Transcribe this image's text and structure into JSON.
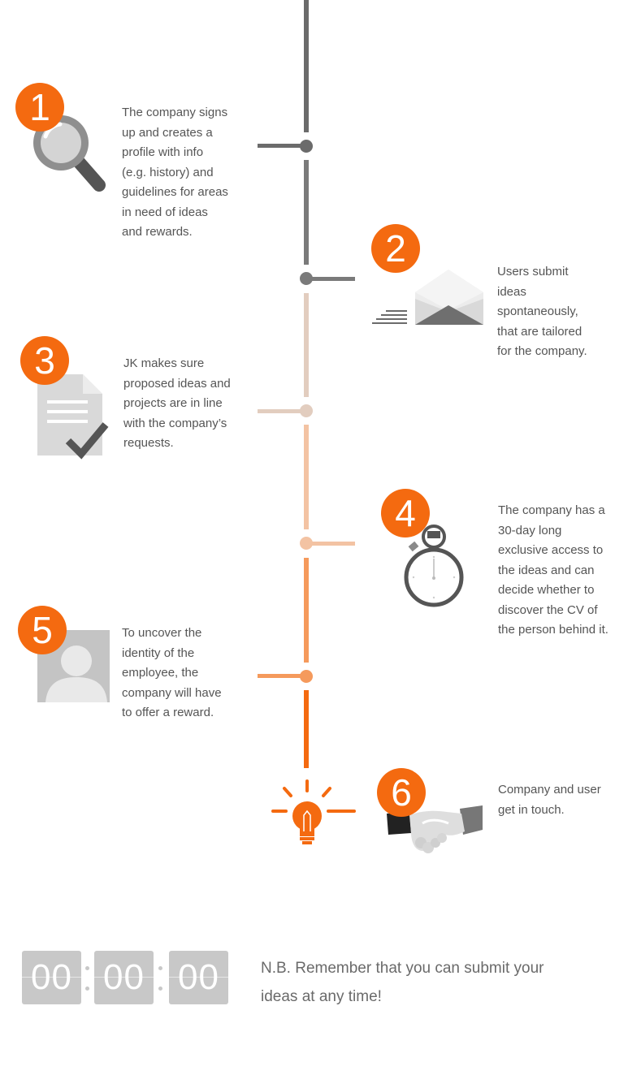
{
  "steps": [
    {
      "number": "1",
      "icon": "magnifier-icon",
      "text": "The company signs\nup and creates a\nprofile with info\n(e.g. history) and\nguidelines for areas\nin need of ideas\nand rewards."
    },
    {
      "number": "2",
      "icon": "envelope-icon",
      "text": "Users submit\nideas\nspontaneously,\nthat are tailored\nfor the company."
    },
    {
      "number": "3",
      "icon": "document-check-icon",
      "text": "JK makes sure\nproposed ideas and\nprojects are in line\nwith the company’s\nrequests."
    },
    {
      "number": "4",
      "icon": "stopwatch-icon",
      "text": "The company has a\n30-day long\nexclusive access to\nthe ideas and can\ndecide whether to\ndiscover the CV of\nthe person behind it."
    },
    {
      "number": "5",
      "icon": "user-avatar-icon",
      "text": "To uncover the\nidentity of the\nemployee, the\ncompany will have\nto offer a reward."
    },
    {
      "number": "6",
      "icon": "handshake-icon",
      "text": "Company and user\nget in touch."
    }
  ],
  "timeline_end_icon": "lightbulb-icon",
  "countdown": {
    "hours": "00",
    "minutes": "00",
    "seconds": "00"
  },
  "note": "N.B. Remember that you can submit your\nideas at any time!",
  "colors": {
    "accent": "#f46a10",
    "dark_gray": "#6b6b6b",
    "mid_gray": "#7a7a7a",
    "light_gray": "#c8c8c8",
    "beige": "#e2cdbf",
    "peach": "#f3b58a"
  }
}
